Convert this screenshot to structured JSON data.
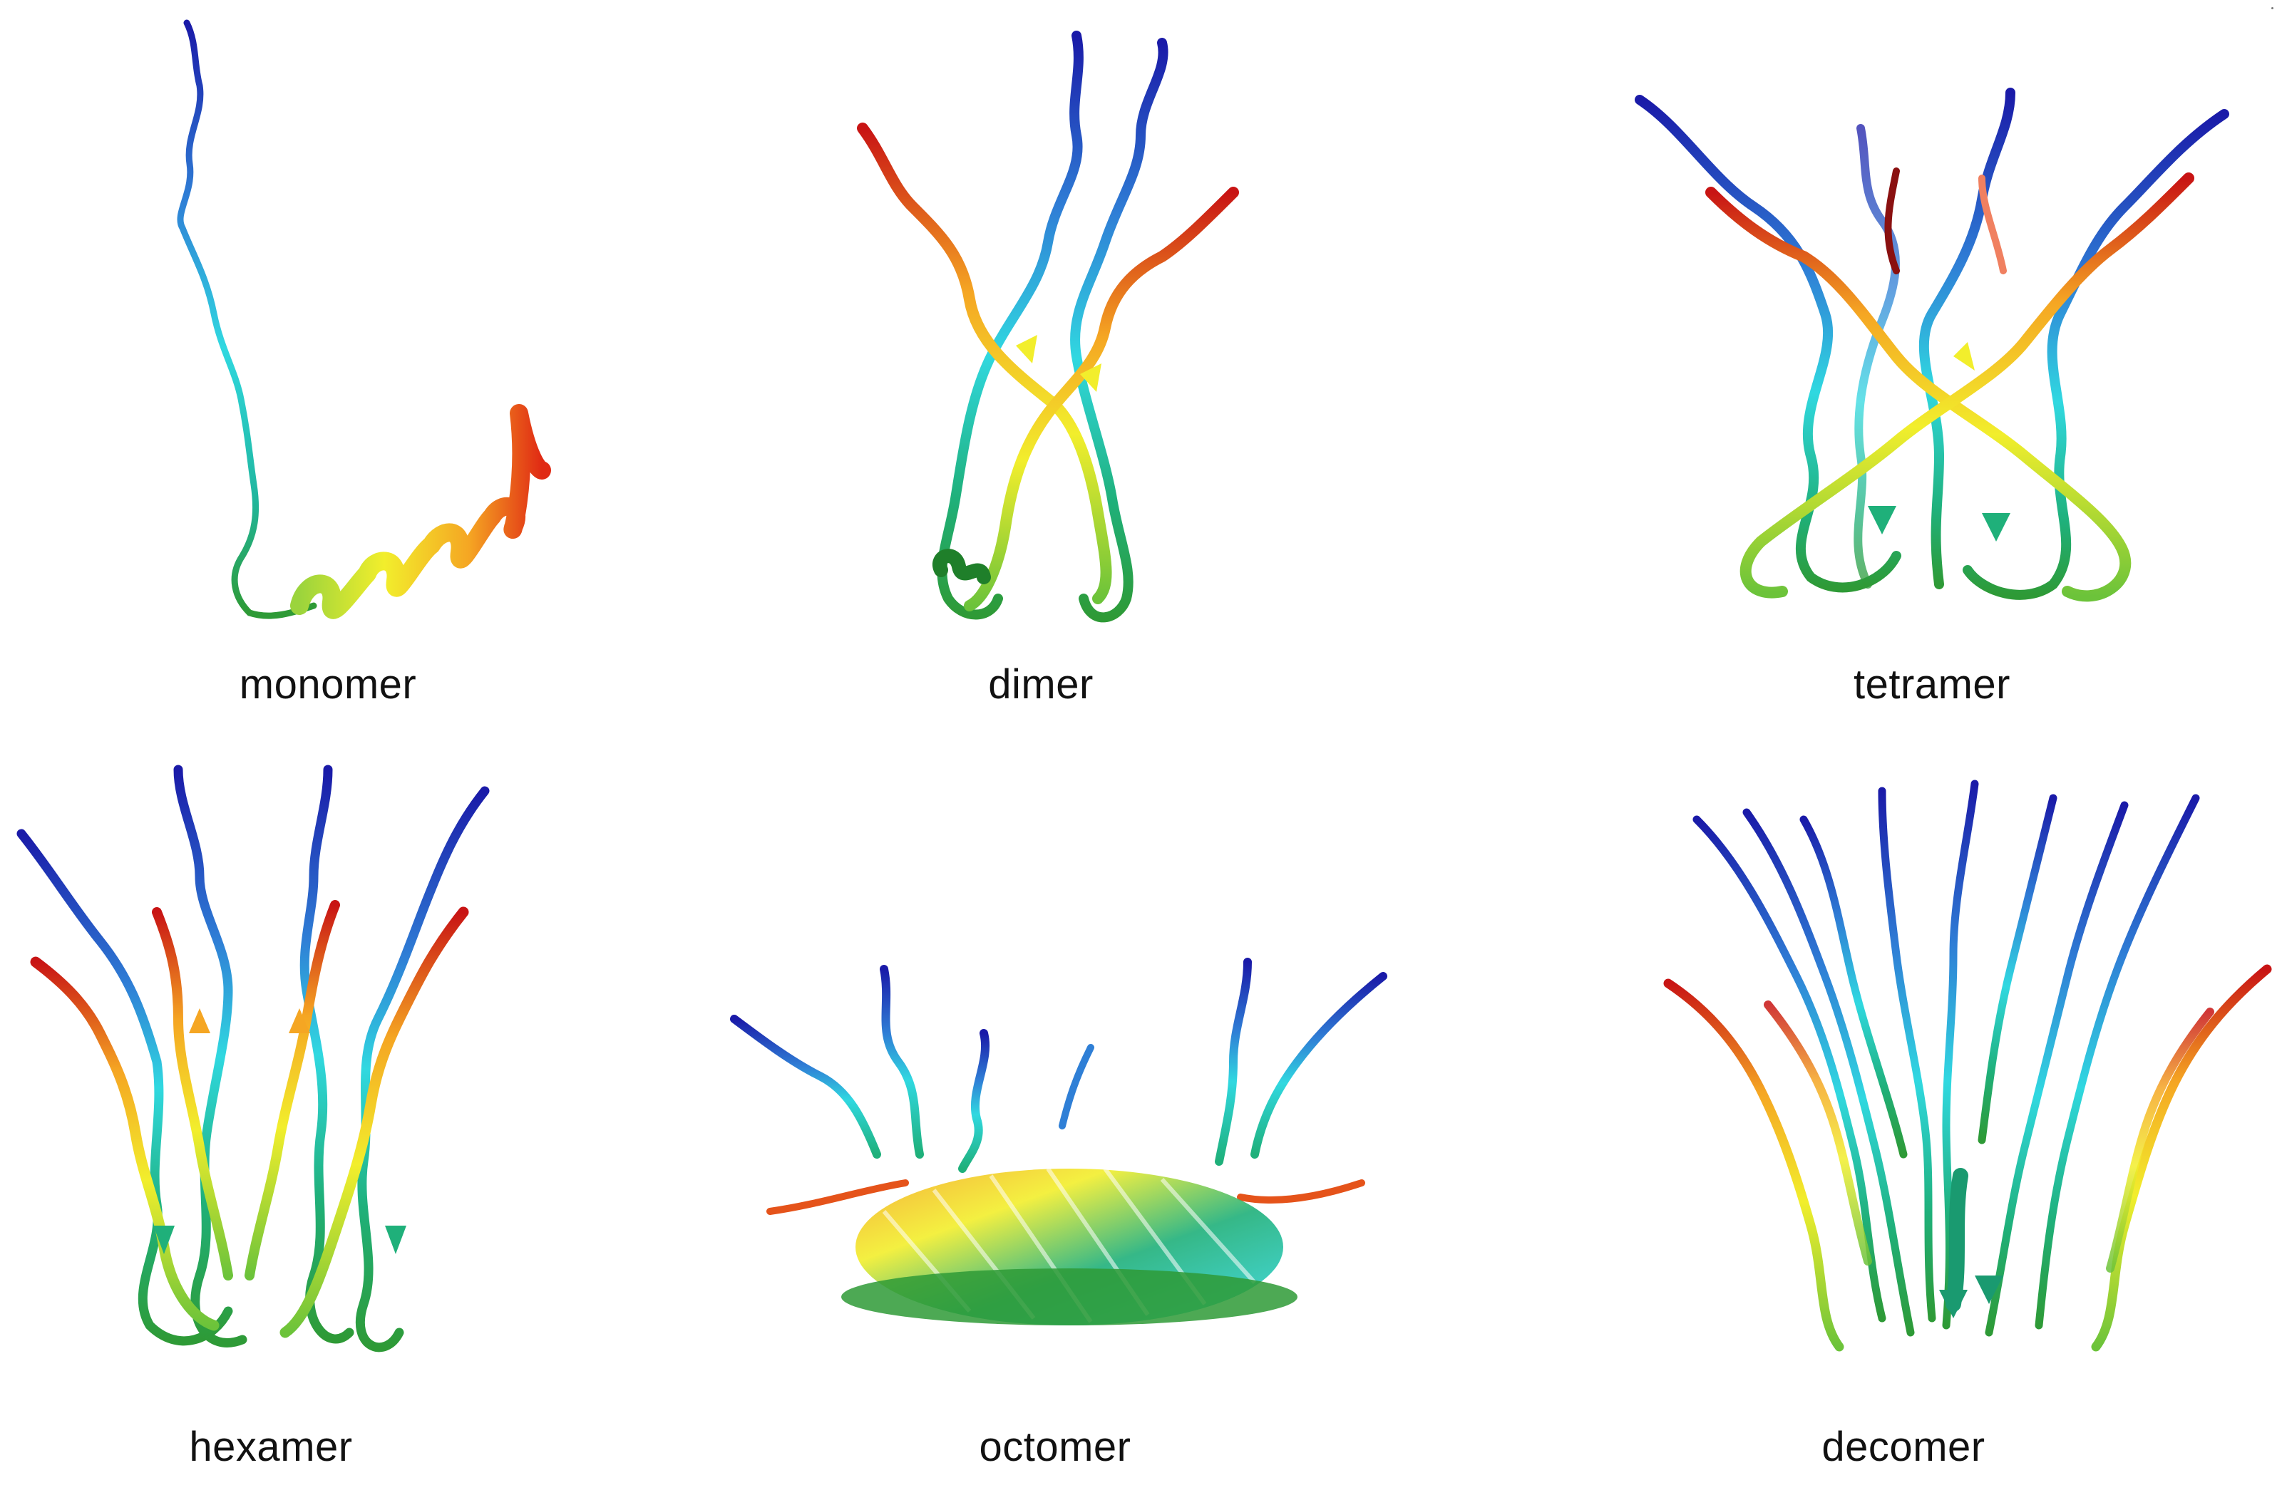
{
  "figure": {
    "background": "#ffffff",
    "panels": [
      {
        "id": "monomer",
        "label": "monomer",
        "chains": 1
      },
      {
        "id": "dimer",
        "label": "dimer",
        "chains": 2
      },
      {
        "id": "tetramer",
        "label": "tetramer",
        "chains": 4
      },
      {
        "id": "hexamer",
        "label": "hexamer",
        "chains": 6
      },
      {
        "id": "octomer",
        "label": "octomer",
        "chains": 8
      },
      {
        "id": "decomer",
        "label": "decomer",
        "chains": 10
      }
    ],
    "color_scale": [
      "#1a1aa8",
      "#2f7fd6",
      "#30d8e0",
      "#1fb07a",
      "#3da33a",
      "#9bd43c",
      "#f2ee2c",
      "#f5a623",
      "#e5531a",
      "#c81414"
    ]
  }
}
